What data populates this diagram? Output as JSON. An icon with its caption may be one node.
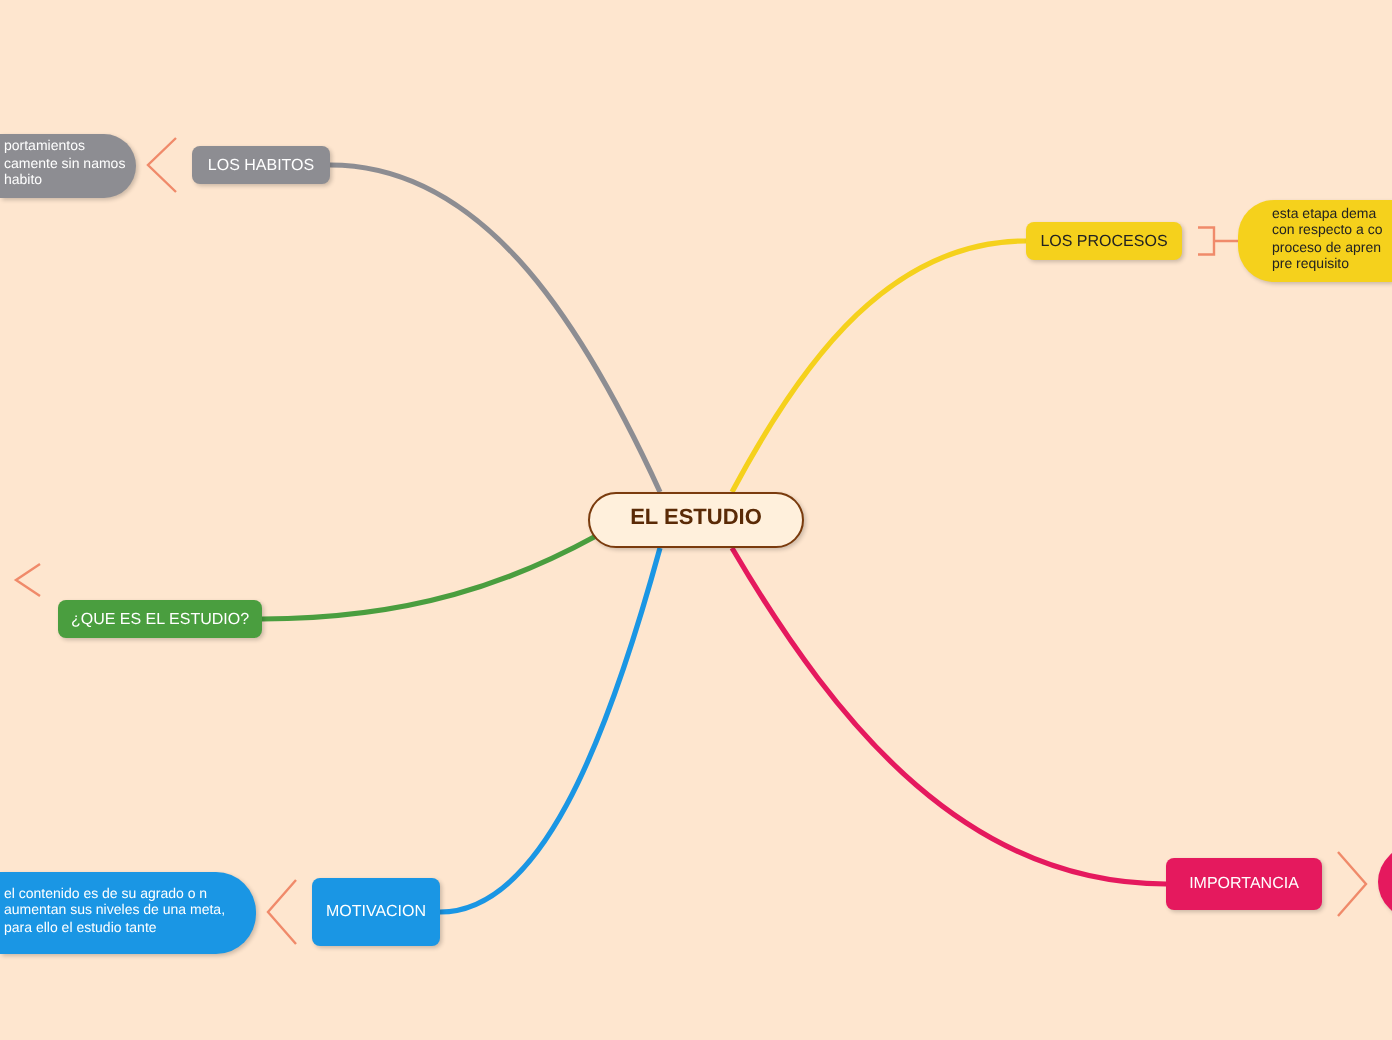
{
  "diagram": {
    "nodes": [
      {
        "text": [
          "EL ESTUDIO"
        ]
      },
      {
        "text": [
          "LOS HABITOS"
        ]
      },
      {
        "text": [
          "portamientos camente sin namos habito"
        ]
      },
      {
        "text": [
          "LOS PROCESOS"
        ]
      },
      {
        "text": [
          "esta etapa dema con respecto a co proceso de apren pre requisito"
        ]
      },
      {
        "text": [
          "¿QUE ES EL ESTUDIO?"
        ]
      },
      {
        "text": [
          "MOTIVACION"
        ]
      },
      {
        "text": [
          "el contenido es de su agrado o n aumentan sus niveles de una meta, para ello el estudio tante"
        ]
      },
      {
        "text": [
          "IMPORTANCIA"
        ]
      },
      {
        "text": [],
        "shape": "circle"
      }
    ],
    "edges": [
      {
        "from": 0,
        "to": 1,
        "arrow": "none",
        "color": "#8d8d92"
      },
      {
        "from": 0,
        "to": 3,
        "arrow": "none",
        "color": "#f5d11c"
      },
      {
        "from": 0,
        "to": 5,
        "arrow": "none",
        "color": "#4a9e3f"
      },
      {
        "from": 0,
        "to": 6,
        "arrow": "none",
        "color": "#1a96e4"
      },
      {
        "from": 0,
        "to": 8,
        "arrow": "none",
        "color": "#e5195e"
      },
      {
        "from": 1,
        "to": 2,
        "arrow": "none",
        "color": "#f08a6a"
      },
      {
        "from": 3,
        "to": 4,
        "arrow": "none",
        "color": "#f08a6a"
      },
      {
        "from": 6,
        "to": 7,
        "arrow": "none",
        "color": "#f08a6a"
      },
      {
        "from": 8,
        "to": 9,
        "arrow": "none",
        "color": "#f08a6a"
      }
    ]
  }
}
